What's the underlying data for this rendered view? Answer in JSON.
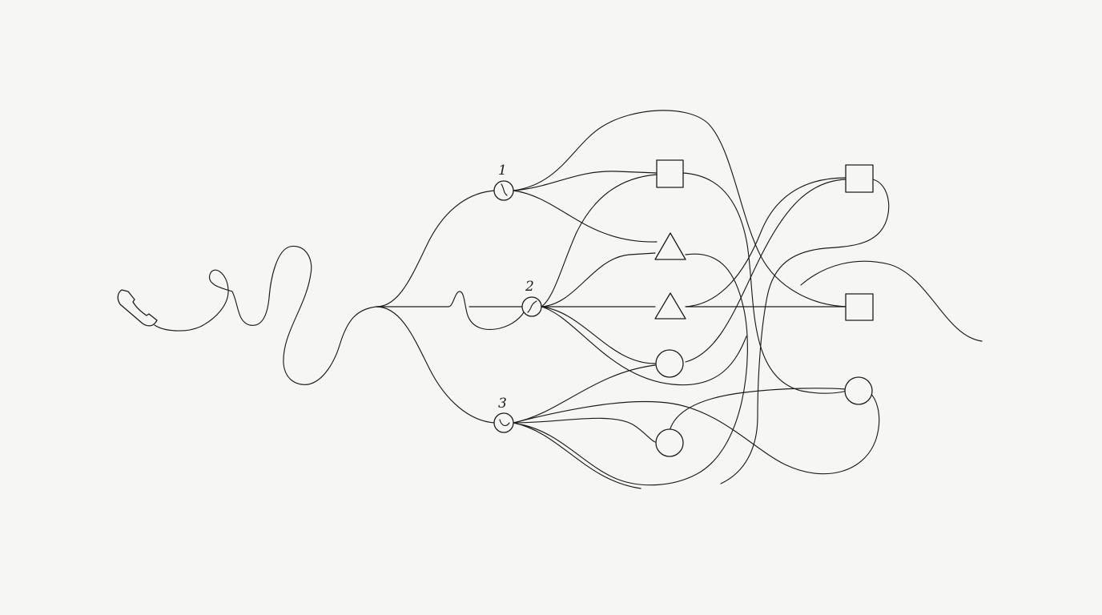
{
  "diagram": {
    "style": "single-line hand-drawn sketch",
    "colors": {
      "background": "#f6f6f4",
      "line": "#1c1c1c"
    },
    "start_icon": "phone-handset-icon",
    "hubs": [
      {
        "label": "1"
      },
      {
        "label": "2"
      },
      {
        "label": "3"
      }
    ],
    "middle_column_shapes": [
      "square",
      "triangle",
      "triangle",
      "circle",
      "circle"
    ],
    "right_column_shapes": [
      "square",
      "square",
      "circle"
    ]
  }
}
